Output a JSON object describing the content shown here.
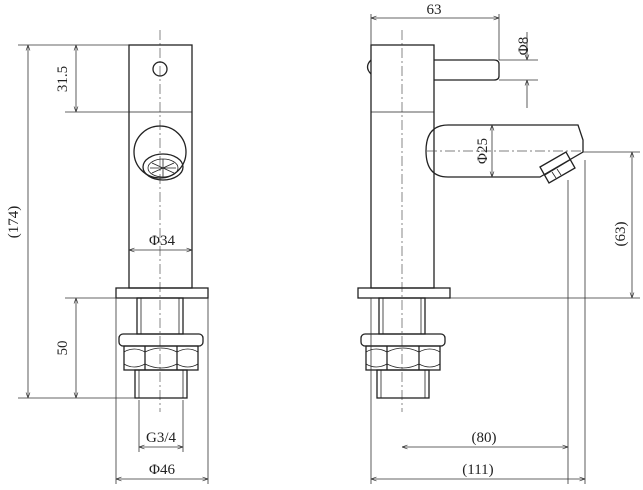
{
  "front_view": {
    "dim_total_height": "(174)",
    "dim_handle_offset": "31.5",
    "dim_body_diameter": "Φ34",
    "dim_shank_length": "50",
    "dim_thread": "G3/4",
    "dim_flange_diameter": "Φ46"
  },
  "side_view": {
    "dim_width": "63",
    "dim_handle_diameter": "Φ8",
    "dim_spout_diameter": "Φ25",
    "dim_spout_height": "(63)",
    "dim_spout_reach": "(80)",
    "dim_overall_depth": "(111)"
  }
}
